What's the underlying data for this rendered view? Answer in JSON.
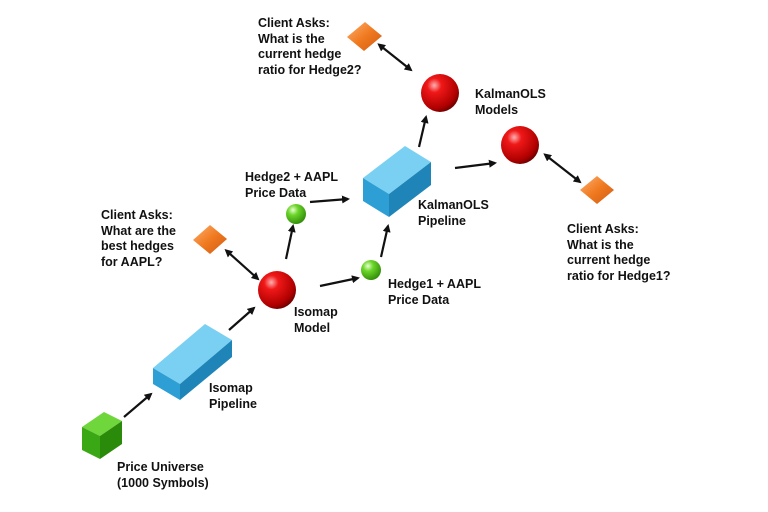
{
  "labels": {
    "client_ask_top": "Client Asks:\nWhat is the\ncurrent hedge\nratio for Hedge2?",
    "kalman_models": "KalmanOLS\nModels",
    "hedge2_data": "Hedge2 + AAPL\nPrice Data",
    "kalman_pipeline": "KalmanOLS\nPipeline",
    "client_ask_left": "Client Asks:\nWhat are the\nbest hedges\nfor AAPL?",
    "client_ask_right": "Client Asks:\nWhat is the\ncurrent hedge\nratio for Hedge1?",
    "hedge1_data": "Hedge1 + AAPL\nPrice Data",
    "isomap_model": "Isomap\nModel",
    "isomap_pipeline": "Isomap\nPipeline",
    "price_universe": "Price Universe\n(1000 Symbols)"
  },
  "colors": {
    "pipeline_box": "#2e9fd4",
    "model_sphere": "#d40000",
    "data_sphere": "#5ccc1a",
    "client_diamond": "#f07a20",
    "universe_cube": "#3aa814",
    "arrow": "#111111"
  }
}
